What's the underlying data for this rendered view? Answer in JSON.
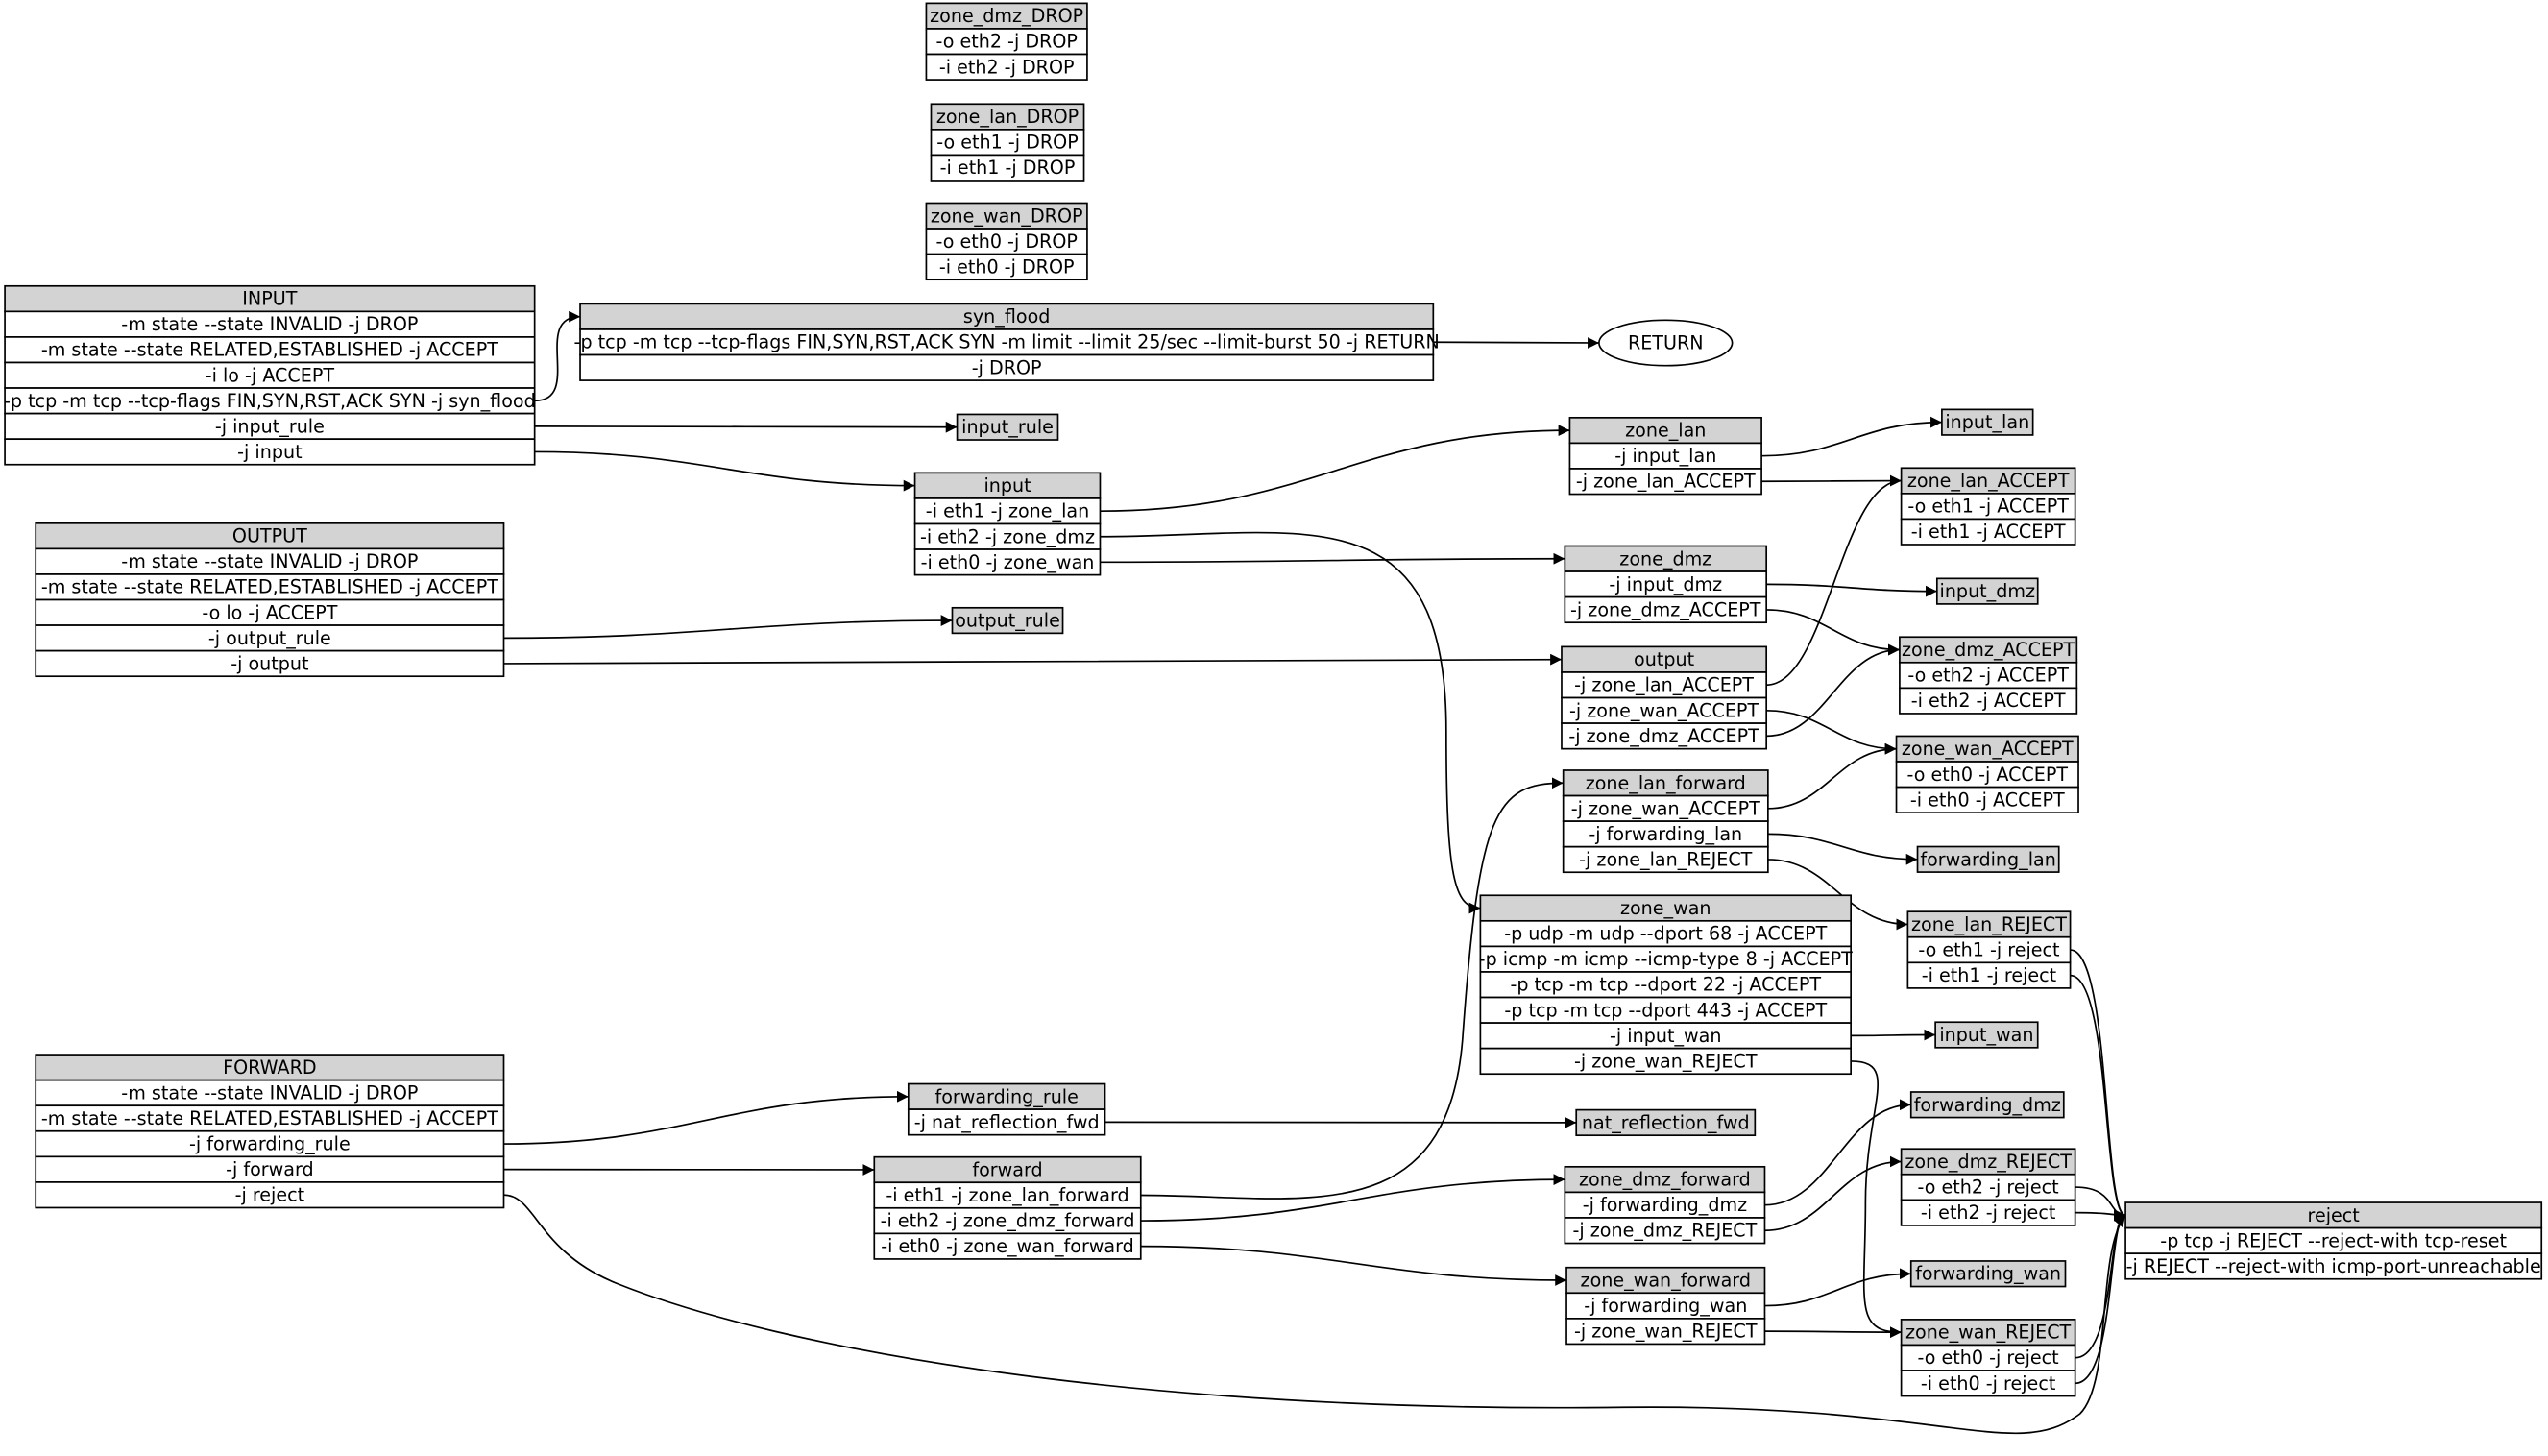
{
  "nodes": {
    "zone_dmz_DROP": {
      "title": "zone_dmz_DROP",
      "rules": [
        "-o eth2 -j DROP",
        "-i eth2 -j DROP"
      ]
    },
    "zone_lan_DROP": {
      "title": "zone_lan_DROP",
      "rules": [
        "-o eth1 -j DROP",
        "-i eth1 -j DROP"
      ]
    },
    "zone_wan_DROP": {
      "title": "zone_wan_DROP",
      "rules": [
        "-o eth0 -j DROP",
        "-i eth0 -j DROP"
      ]
    },
    "INPUT": {
      "title": "INPUT",
      "rules": [
        "-m state --state INVALID -j DROP",
        "-m state --state RELATED,ESTABLISHED -j ACCEPT",
        "-i lo -j ACCEPT",
        "-p tcp -m tcp --tcp-flags FIN,SYN,RST,ACK SYN -j syn_flood",
        "-j input_rule",
        "-j input"
      ]
    },
    "syn_flood": {
      "title": "syn_flood",
      "rules": [
        "-p tcp -m tcp --tcp-flags FIN,SYN,RST,ACK SYN -m limit --limit 25/sec --limit-burst 50 -j RETURN",
        "-j DROP"
      ]
    },
    "RETURN": {
      "title": "RETURN",
      "rules": []
    },
    "input_rule": {
      "title": "input_rule",
      "rules": []
    },
    "zone_lan": {
      "title": "zone_lan",
      "rules": [
        "-j input_lan",
        "-j zone_lan_ACCEPT"
      ]
    },
    "input_lan": {
      "title": "input_lan",
      "rules": []
    },
    "zone_lan_ACCEPT": {
      "title": "zone_lan_ACCEPT",
      "rules": [
        "-o eth1 -j ACCEPT",
        "-i eth1 -j ACCEPT"
      ]
    },
    "input": {
      "title": "input",
      "rules": [
        "-i eth1 -j zone_lan",
        "-i eth2 -j zone_dmz",
        "-i eth0 -j zone_wan"
      ]
    },
    "OUTPUT": {
      "title": "OUTPUT",
      "rules": [
        "-m state --state INVALID -j DROP",
        "-m state --state RELATED,ESTABLISHED -j ACCEPT",
        "-o lo -j ACCEPT",
        "-j output_rule",
        "-j output"
      ]
    },
    "zone_dmz": {
      "title": "zone_dmz",
      "rules": [
        "-j input_dmz",
        "-j zone_dmz_ACCEPT"
      ]
    },
    "input_dmz": {
      "title": "input_dmz",
      "rules": []
    },
    "output_rule": {
      "title": "output_rule",
      "rules": []
    },
    "output": {
      "title": "output",
      "rules": [
        "-j zone_lan_ACCEPT",
        "-j zone_wan_ACCEPT",
        "-j zone_dmz_ACCEPT"
      ]
    },
    "zone_dmz_ACCEPT": {
      "title": "zone_dmz_ACCEPT",
      "rules": [
        "-o eth2 -j ACCEPT",
        "-i eth2 -j ACCEPT"
      ]
    },
    "zone_wan_ACCEPT": {
      "title": "zone_wan_ACCEPT",
      "rules": [
        "-o eth0 -j ACCEPT",
        "-i eth0 -j ACCEPT"
      ]
    },
    "zone_lan_forward": {
      "title": "zone_lan_forward",
      "rules": [
        "-j zone_wan_ACCEPT",
        "-j forwarding_lan",
        "-j zone_lan_REJECT"
      ]
    },
    "forwarding_lan": {
      "title": "forwarding_lan",
      "rules": []
    },
    "zone_wan": {
      "title": "zone_wan",
      "rules": [
        "-p udp -m udp --dport 68 -j ACCEPT",
        "-p icmp -m icmp --icmp-type 8 -j ACCEPT",
        "-p tcp -m tcp --dport 22 -j ACCEPT",
        "-p tcp -m tcp --dport 443 -j ACCEPT",
        "-j input_wan",
        "-j zone_wan_REJECT"
      ]
    },
    "zone_lan_REJECT": {
      "title": "zone_lan_REJECT",
      "rules": [
        "-o eth1 -j reject",
        "-i eth1 -j reject"
      ]
    },
    "input_wan": {
      "title": "input_wan",
      "rules": []
    },
    "FORWARD": {
      "title": "FORWARD",
      "rules": [
        "-m state --state INVALID -j DROP",
        "-m state --state RELATED,ESTABLISHED -j ACCEPT",
        "-j forwarding_rule",
        "-j forward",
        "-j reject"
      ]
    },
    "forwarding_rule": {
      "title": "forwarding_rule",
      "rules": [
        "-j nat_reflection_fwd"
      ]
    },
    "nat_reflection_fwd": {
      "title": "nat_reflection_fwd",
      "rules": []
    },
    "forwarding_dmz": {
      "title": "forwarding_dmz",
      "rules": []
    },
    "forward": {
      "title": "forward",
      "rules": [
        "-i eth1 -j zone_lan_forward",
        "-i eth2 -j zone_dmz_forward",
        "-i eth0 -j zone_wan_forward"
      ]
    },
    "zone_dmz_REJECT": {
      "title": "zone_dmz_REJECT",
      "rules": [
        "-o eth2 -j reject",
        "-i eth2 -j reject"
      ]
    },
    "zone_dmz_forward": {
      "title": "zone_dmz_forward",
      "rules": [
        "-j forwarding_dmz",
        "-j zone_dmz_REJECT"
      ]
    },
    "reject": {
      "title": "reject",
      "rules": [
        "-p tcp -j REJECT --reject-with tcp-reset",
        "-j REJECT --reject-with icmp-port-unreachable"
      ]
    },
    "forwarding_wan": {
      "title": "forwarding_wan",
      "rules": []
    },
    "zone_wan_forward": {
      "title": "zone_wan_forward",
      "rules": [
        "-j forwarding_wan",
        "-j zone_wan_REJECT"
      ]
    },
    "zone_wan_REJECT": {
      "title": "zone_wan_REJECT",
      "rules": [
        "-o eth0 -j reject",
        "-i eth0 -j reject"
      ]
    }
  },
  "edges": [
    {
      "from": "INPUT",
      "rule": 4,
      "to": "syn_flood"
    },
    {
      "from": "INPUT",
      "rule": 5,
      "to": "input_rule"
    },
    {
      "from": "INPUT",
      "rule": 6,
      "to": "input"
    },
    {
      "from": "syn_flood",
      "rule": 1,
      "to": "RETURN"
    },
    {
      "from": "input",
      "rule": 1,
      "to": "zone_lan"
    },
    {
      "from": "input",
      "rule": 2,
      "to": "zone_wan"
    },
    {
      "from": "input",
      "rule": 3,
      "to": "zone_dmz"
    },
    {
      "from": "zone_lan",
      "rule": 1,
      "to": "input_lan"
    },
    {
      "from": "zone_lan",
      "rule": 2,
      "to": "zone_lan_ACCEPT"
    },
    {
      "from": "zone_dmz",
      "rule": 1,
      "to": "input_dmz"
    },
    {
      "from": "zone_dmz",
      "rule": 2,
      "to": "zone_dmz_ACCEPT"
    },
    {
      "from": "OUTPUT",
      "rule": 4,
      "to": "output_rule"
    },
    {
      "from": "OUTPUT",
      "rule": 5,
      "to": "output"
    },
    {
      "from": "output",
      "rule": 1,
      "to": "zone_lan_ACCEPT"
    },
    {
      "from": "output",
      "rule": 2,
      "to": "zone_wan_ACCEPT"
    },
    {
      "from": "output",
      "rule": 3,
      "to": "zone_dmz_ACCEPT"
    },
    {
      "from": "zone_lan_forward",
      "rule": 1,
      "to": "zone_wan_ACCEPT"
    },
    {
      "from": "zone_lan_forward",
      "rule": 2,
      "to": "forwarding_lan"
    },
    {
      "from": "zone_lan_forward",
      "rule": 3,
      "to": "zone_lan_REJECT"
    },
    {
      "from": "zone_wan",
      "rule": 5,
      "to": "input_wan"
    },
    {
      "from": "zone_wan",
      "rule": 6,
      "to": "zone_wan_REJECT"
    },
    {
      "from": "zone_lan_REJECT",
      "rule": 1,
      "to": "reject"
    },
    {
      "from": "zone_lan_REJECT",
      "rule": 2,
      "to": "reject"
    },
    {
      "from": "FORWARD",
      "rule": 3,
      "to": "forwarding_rule"
    },
    {
      "from": "FORWARD",
      "rule": 4,
      "to": "forward"
    },
    {
      "from": "FORWARD",
      "rule": 5,
      "to": "reject"
    },
    {
      "from": "forwarding_rule",
      "rule": 1,
      "to": "nat_reflection_fwd"
    },
    {
      "from": "forward",
      "rule": 1,
      "to": "zone_lan_forward"
    },
    {
      "from": "forward",
      "rule": 2,
      "to": "zone_dmz_forward"
    },
    {
      "from": "forward",
      "rule": 3,
      "to": "zone_wan_forward"
    },
    {
      "from": "zone_dmz_forward",
      "rule": 1,
      "to": "forwarding_dmz"
    },
    {
      "from": "zone_dmz_forward",
      "rule": 2,
      "to": "zone_dmz_REJECT"
    },
    {
      "from": "zone_dmz_REJECT",
      "rule": 1,
      "to": "reject"
    },
    {
      "from": "zone_dmz_REJECT",
      "rule": 2,
      "to": "reject"
    },
    {
      "from": "zone_wan_forward",
      "rule": 1,
      "to": "forwarding_wan"
    },
    {
      "from": "zone_wan_forward",
      "rule": 2,
      "to": "zone_wan_REJECT"
    },
    {
      "from": "zone_wan_REJECT",
      "rule": 1,
      "to": "reject"
    },
    {
      "from": "zone_wan_REJECT",
      "rule": 2,
      "to": "reject"
    }
  ]
}
